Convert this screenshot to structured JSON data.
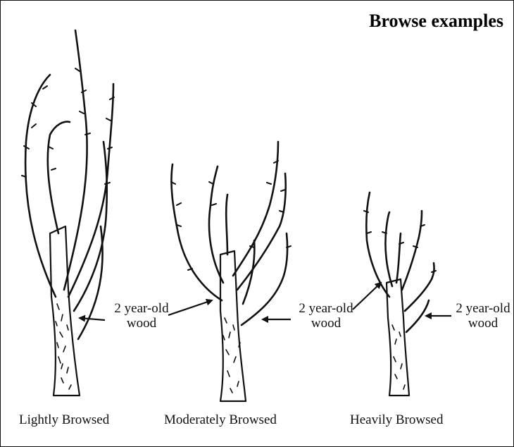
{
  "title": "Browse examples",
  "annotation": {
    "line1": "2 year-old",
    "line2": "wood"
  },
  "captions": {
    "light": "Lightly Browsed",
    "moderate": "Moderately Browsed",
    "heavy": "Heavily Browsed"
  },
  "icons": [
    "lightly-browsed-shrub",
    "moderately-browsed-shrub",
    "heavily-browsed-shrub",
    "pointer-arrow"
  ]
}
